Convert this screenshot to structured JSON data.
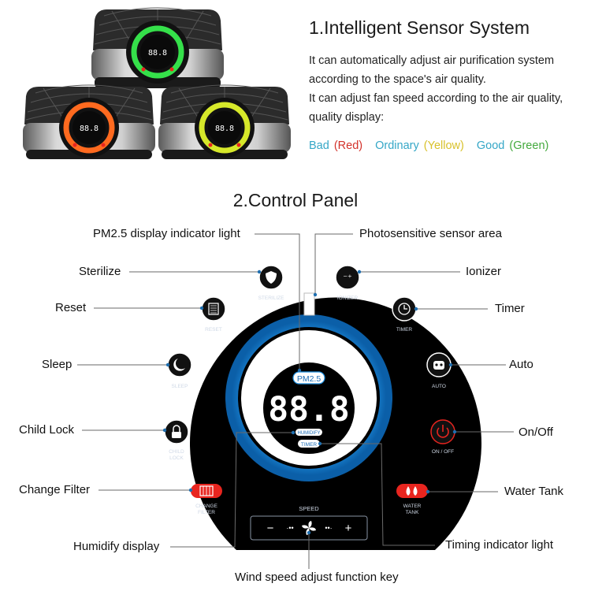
{
  "section1": {
    "title": "1.Intelligent Sensor System",
    "desc_lines": [
      "It can automatically adjust air purification system",
      "according to the space's air quality.",
      "It can adjust fan speed according to the air quality,",
      "quality display:"
    ],
    "legend": [
      {
        "text": "Bad",
        "color": "#35a7c7"
      },
      {
        "text": "(Red)",
        "color": "#d3322b"
      },
      {
        "text": "Ordinary",
        "color": "#35a7c7"
      },
      {
        "text": "(Yellow)",
        "color": "#d8c12a"
      },
      {
        "text": "Good",
        "color": "#35a7c7"
      },
      {
        "text": "(Green)",
        "color": "#43a93d"
      }
    ],
    "ring_colors": {
      "green": "#35e04a",
      "orange": "#ff6a1f",
      "yellow": "#d6e82a"
    }
  },
  "section2": {
    "title": "2.Control Panel",
    "callouts": {
      "pm25_light": "PM2.5 display indicator light",
      "photo_sensor": "Photosensitive sensor area",
      "sterilize": "Sterilize",
      "ionizer": "Ionizer",
      "reset": "Reset",
      "timer": "Timer",
      "sleep": "Sleep",
      "auto": "Auto",
      "child_lock": "Child Lock",
      "on_off": "On/Off",
      "change_filter": "Change Filter",
      "water_tank": "Water Tank",
      "humidify_display": "Humidify display",
      "timing_light": "Timing indicator light",
      "wind_speed_key": "Wind speed adjust function key"
    },
    "panel": {
      "btn_sterilize": "STERILIZE",
      "btn_ionizer": "IONIZER",
      "btn_reset": "RESET",
      "btn_timer": "TIMER",
      "btn_sleep": "SLEEP",
      "btn_auto": "AUTO",
      "btn_child_lock_1": "CHILD",
      "btn_child_lock_2": "LOCK",
      "btn_on_off": "ON / OFF",
      "btn_change_filter_1": "CHANGE",
      "btn_change_filter_2": "FILTER",
      "btn_water_tank_1": "WATER",
      "btn_water_tank_2": "TANK",
      "pm25_badge": "PM2.5",
      "digits": "88.8",
      "humidify_badge": "HUMIDIFY",
      "timer_badge": "TIMER",
      "speed_label": "SPEED",
      "speed_minus": "−",
      "speed_plus": "+"
    },
    "colors": {
      "ring": "#1e8fe0",
      "accent_red": "#e8251f",
      "leader": "#1f6fb0"
    }
  }
}
